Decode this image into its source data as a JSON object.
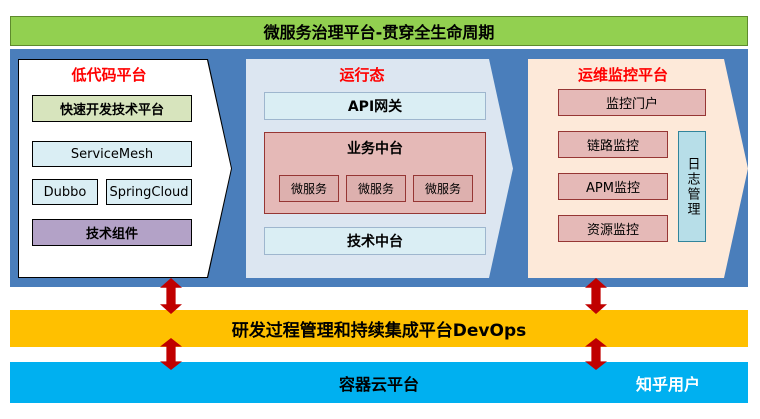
{
  "colors": {
    "green_banner": "#92D050",
    "blue_background": "#4A7EBB",
    "orange_banner": "#FFC000",
    "cyan_banner": "#00B0F0",
    "arrow_red": "#C00000",
    "pink_box": "#E5B9B7",
    "peach_panel": "#FDE9D9",
    "light_blue_box": "#DAEEF4",
    "purple_box": "#B3A2C7",
    "green_box": "#D7E4BD",
    "log_blue": "#B7DEE8",
    "title_red": "#FF0000"
  },
  "top_banner": {
    "title": "微服务治理平台-贯穿全生命周期"
  },
  "left_panel": {
    "title": "低代码平台",
    "rapid_dev_platform": "快速开发技术平台",
    "service_mesh": "ServiceMesh",
    "dubbo": "Dubbo",
    "spring_cloud": "SpringCloud",
    "tech_components": "技术组件"
  },
  "middle_panel": {
    "title": "运行态",
    "api_gateway": "API网关",
    "business": {
      "title": "业务中台",
      "services": [
        "微服务",
        "微服务",
        "微服务"
      ]
    },
    "tech_platform": "技术中台"
  },
  "right_panel": {
    "title": "运维监控平台",
    "portal": "监控门户",
    "monitors": [
      "链路监控",
      "APM监控",
      "资源监控"
    ],
    "log_management": "日志管理"
  },
  "devops_banner": {
    "title": "研发过程管理和持续集成平台DevOps"
  },
  "cloud_banner": {
    "title": "容器云平台",
    "watermark": "知乎用户"
  }
}
